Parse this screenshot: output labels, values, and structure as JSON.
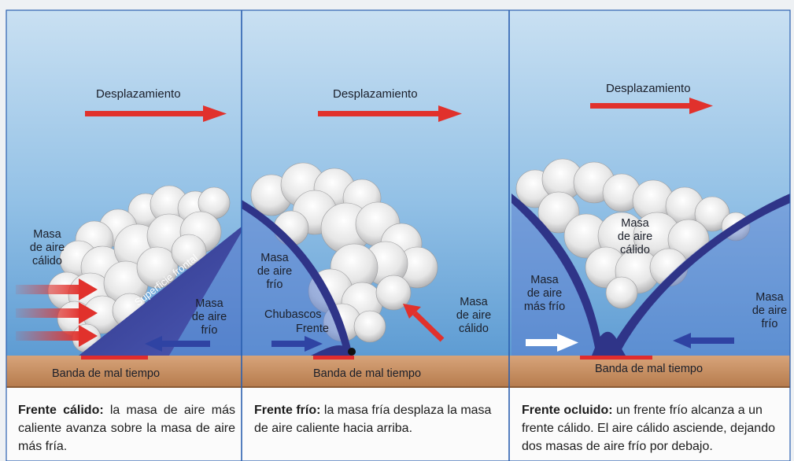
{
  "colors": {
    "sky_top": "#c7dff1",
    "sky_bottom": "#6aa6d8",
    "ground": "#c48c5e",
    "front_dark": "#3c3f92",
    "front_light": "#5f75c6",
    "arrow_red": "#e1312c",
    "arrow_blue": "#3447a0",
    "band_red": "#e12c2c",
    "divider": "#2a5fb0"
  },
  "icons": [
    "red-arrow-icon",
    "blue-arrow-icon",
    "white-arrow-icon",
    "cloud-icon"
  ],
  "panels": [
    {
      "title": "Desplazamiento",
      "labels": [
        "Masa\nde aire\ncálido",
        "Superficie frontal",
        "Masa\nde aire\nfrío"
      ],
      "band": "Banda de mal tiempo",
      "caption_bold": "Frente cálido:",
      "caption_text": " la masa de aire más caliente avanza sobre la masa de aire más fría."
    },
    {
      "title": "Desplazamiento",
      "labels": [
        "Masa\nde aire\nfrío",
        "Chubascos",
        "Frente",
        "Masa\nde aire\ncálido"
      ],
      "band": "Banda de mal tiempo",
      "caption_bold": "Frente frío:",
      "caption_text": " la masa fría desplaza la masa de aire caliente hacia arriba."
    },
    {
      "title": "Desplazamiento",
      "labels": [
        "Masa\nde aire\ncálido",
        "Masa\nde aire\nmás frío",
        "Masa\nde aire\nfrío"
      ],
      "band": "Banda de mal tiempo",
      "caption_bold": "Frente ocluido:",
      "caption_text": " un frente frío alcanza a un frente cálido. El aire cálido asciende, de­jando dos masas de aire frío por debajo."
    }
  ]
}
